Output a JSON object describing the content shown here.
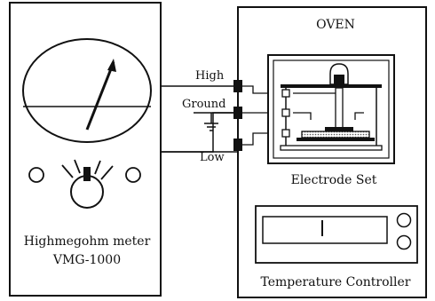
{
  "meter": {
    "name_line1": "Highmegohm meter",
    "name_line2": "VMG-1000"
  },
  "terminals": {
    "high": "High",
    "ground": "Ground",
    "low": "Low"
  },
  "oven": {
    "title": "OVEN",
    "electrode_caption": "Electrode Set",
    "controller_caption": "Temperature Controller"
  },
  "colors": {
    "line": "#111111",
    "background": "#ffffff",
    "hatch": "#555555"
  }
}
